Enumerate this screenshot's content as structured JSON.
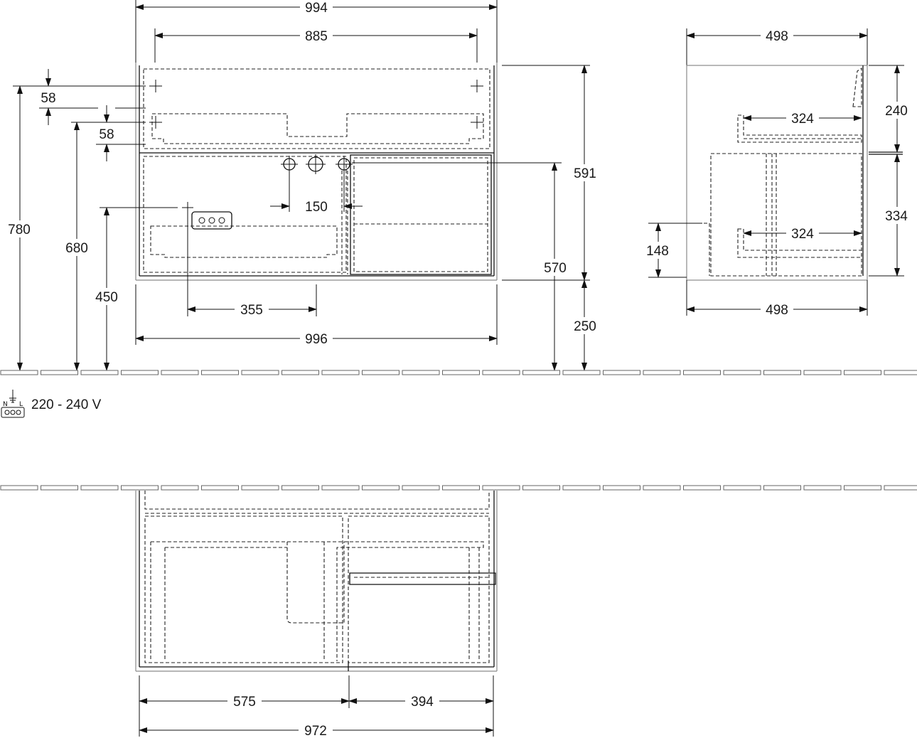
{
  "front_view": {
    "width_top": "994",
    "mount_spacing": "885",
    "offset_top_a": "58",
    "offset_top_b": "58",
    "height_total": "780",
    "height_mount": "680",
    "height_socket": "450",
    "pipe_spacing": "150",
    "socket_offset": "355",
    "width_bottom": "996",
    "body_height": "591",
    "drawer_height": "570",
    "floor_gap": "250"
  },
  "side_view": {
    "depth_top": "498",
    "upper_height": "240",
    "upper_drawer_depth": "324",
    "lower_height": "334",
    "lower_drawer_depth": "324",
    "base_offset": "148",
    "depth_bottom": "498"
  },
  "electrical": {
    "voltage": "220 - 240 V",
    "icon": "power-socket-icon",
    "icon_letter_n": "N",
    "icon_letter_l": "L"
  },
  "plan_view": {
    "left_section": "575",
    "right_section": "394",
    "total_width": "972"
  }
}
